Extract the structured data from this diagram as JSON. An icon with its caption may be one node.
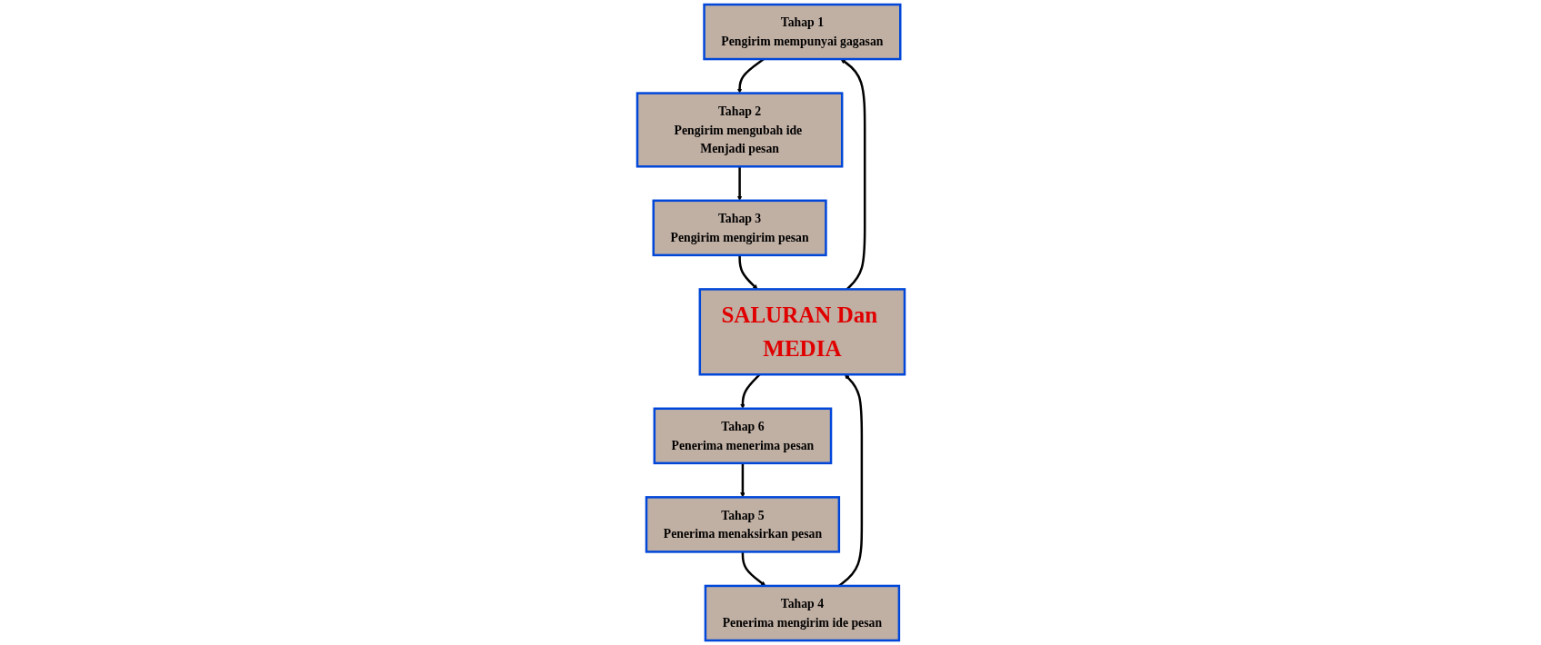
{
  "diagram": {
    "nodes": [
      {
        "text": [
          "Tahap 1",
          "Pengirim mempunyai gagasan"
        ]
      },
      {
        "text": [
          "Tahap 2",
          "Pengirim mengubah ide Menjadi pesan"
        ]
      },
      {
        "text": [
          "Tahap 3",
          "Pengirim mengirim pesan"
        ]
      },
      {
        "text": [
          "SALURAN Dan MEDIA"
        ]
      },
      {
        "text": [
          "Tahap 4",
          "Penerima mengirim ide pesan"
        ]
      },
      {
        "text": [
          "Tahap 5",
          "Penerima menaksirkan pesan"
        ]
      },
      {
        "text": [
          "Tahap 6",
          "Penerima menerima pesan"
        ]
      }
    ],
    "edges": [
      {
        "from": 3,
        "to": 0,
        "arrow": "to"
      },
      {
        "from": 0,
        "to": 1,
        "arrow": "to"
      },
      {
        "from": 1,
        "to": 2,
        "arrow": "to"
      },
      {
        "from": 2,
        "to": 3,
        "arrow": "to"
      },
      {
        "from": 3,
        "to": 6,
        "arrow": "to"
      },
      {
        "from": 6,
        "to": 5,
        "arrow": "to"
      },
      {
        "from": 5,
        "to": 4,
        "arrow": "to"
      },
      {
        "from": 4,
        "to": 3,
        "arrow": "to"
      }
    ]
  }
}
